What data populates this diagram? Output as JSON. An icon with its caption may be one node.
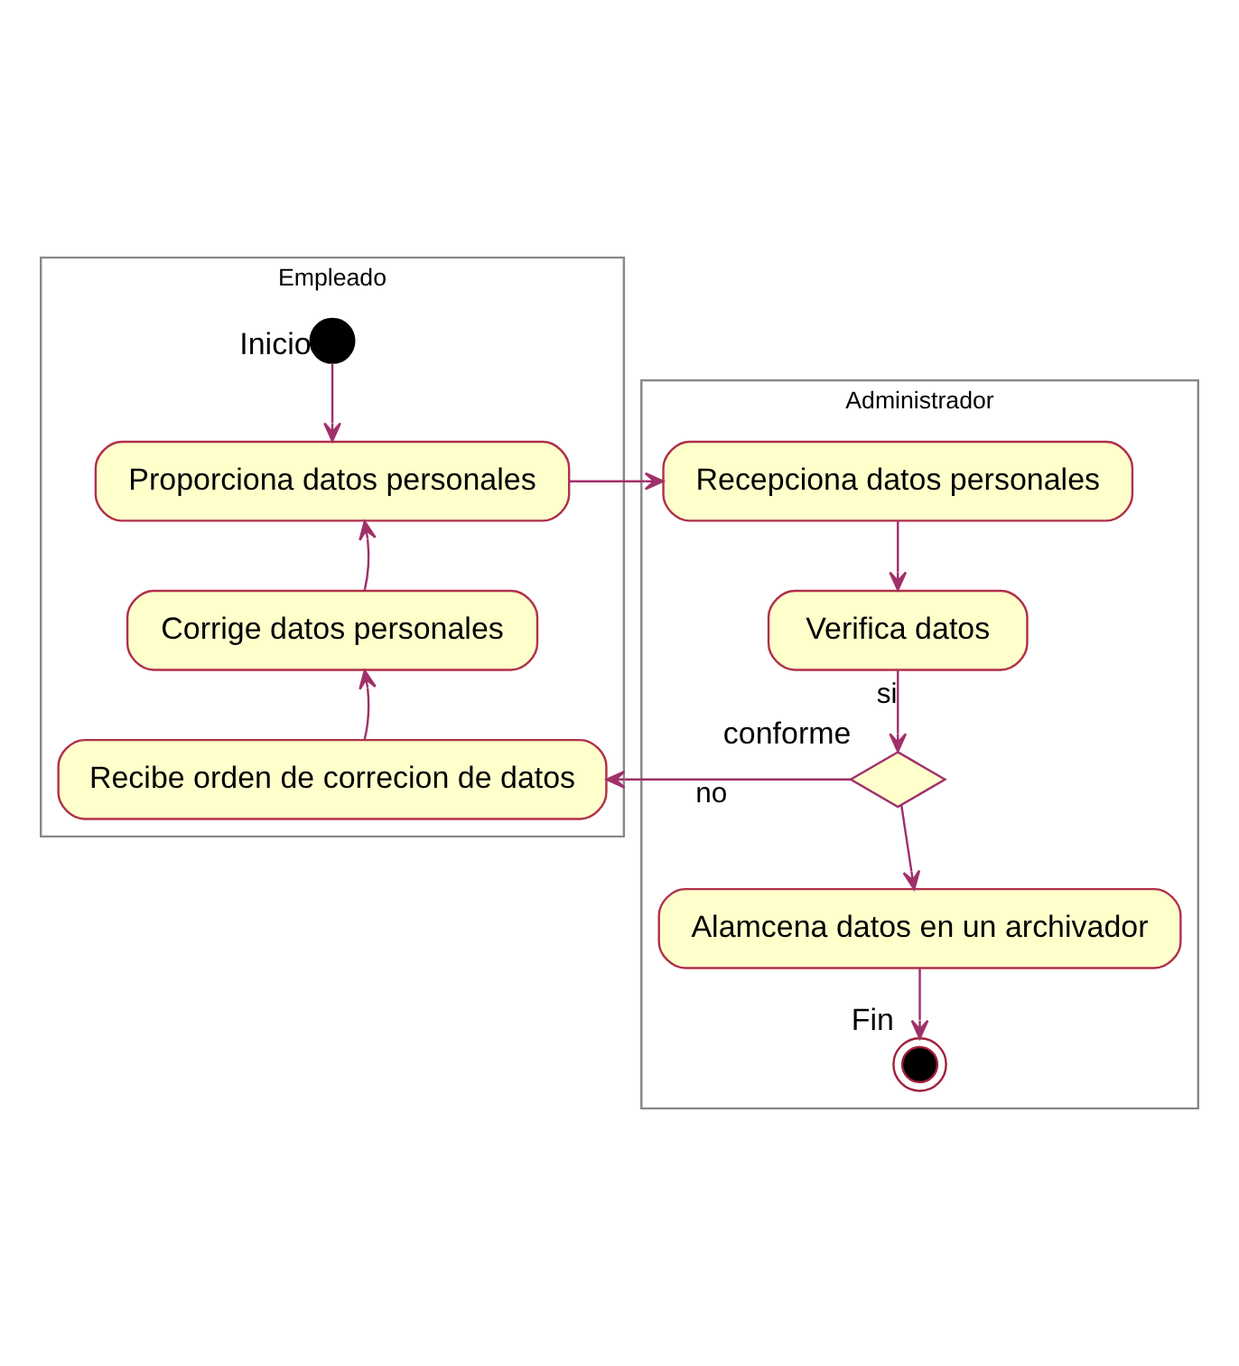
{
  "diagram": {
    "nodes": [
      {
        "text": [
          "Empleado"
        ]
      },
      {
        "text": [
          "Administrador"
        ]
      },
      {
        "text": [],
        "shape": "circle",
        "in": 0,
        "beside": [
          "Inicio"
        ]
      },
      {
        "text": [
          "Proporciona datos personales"
        ],
        "in": 0
      },
      {
        "text": [
          "Corrige datos personales"
        ],
        "in": 0
      },
      {
        "text": [
          "Recibe orden de correcion de datos"
        ],
        "in": 0
      },
      {
        "text": [
          "Recepciona datos personales"
        ],
        "in": 1
      },
      {
        "text": [
          "Verifica datos"
        ],
        "in": 1
      },
      {
        "text": [],
        "shape": "diamond",
        "in": 1,
        "beside": [
          "conforme"
        ]
      },
      {
        "text": [
          "Alamcena datos en un archivador"
        ],
        "in": 1
      },
      {
        "text": [],
        "shape": "circle",
        "in": 1,
        "beside": [
          "Fin"
        ]
      }
    ],
    "edges": [
      {
        "from": 2,
        "to": 3,
        "arrow": "to"
      },
      {
        "from": 3,
        "to": 6,
        "arrow": "to"
      },
      {
        "from": 6,
        "to": 7,
        "arrow": "to"
      },
      {
        "from": 7,
        "to": 8,
        "arrow": "to",
        "label": "si"
      },
      {
        "from": 8,
        "to": 5,
        "arrow": "to",
        "label": "no"
      },
      {
        "from": 5,
        "to": 4,
        "arrow": "to"
      },
      {
        "from": 4,
        "to": 3,
        "arrow": "to"
      },
      {
        "from": 8,
        "to": 9,
        "arrow": "to"
      },
      {
        "from": 9,
        "to": 10,
        "arrow": "to"
      }
    ]
  }
}
